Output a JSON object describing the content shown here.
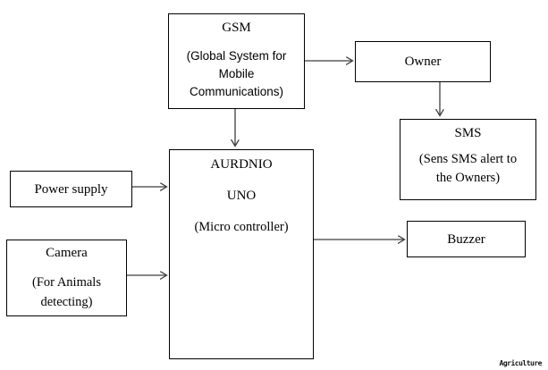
{
  "diagram": {
    "type": "block-diagram",
    "nodes": {
      "gsm": {
        "title": "GSM",
        "lines": [
          "(Global System for",
          "Mobile",
          "Communications)"
        ]
      },
      "owner": {
        "title": "Owner"
      },
      "sms": {
        "title": "SMS",
        "lines": [
          "(Sens SMS alert to",
          "the Owners)"
        ]
      },
      "microcontroller": {
        "title": "AURDNIO",
        "title2": "UNO",
        "note": "(Micro controller)"
      },
      "power_supply": {
        "title": "Power supply"
      },
      "camera": {
        "title": "Camera",
        "lines": [
          "(For Animals",
          "detecting)"
        ]
      },
      "buzzer": {
        "title": "Buzzer"
      }
    },
    "edges": [
      {
        "from": "gsm",
        "to": "owner",
        "direction": "right"
      },
      {
        "from": "gsm",
        "to": "microcontroller",
        "direction": "down"
      },
      {
        "from": "owner",
        "to": "sms",
        "direction": "down"
      },
      {
        "from": "power_supply",
        "to": "microcontroller",
        "direction": "right"
      },
      {
        "from": "camera",
        "to": "microcontroller",
        "direction": "right"
      },
      {
        "from": "microcontroller",
        "to": "buzzer",
        "direction": "right"
      }
    ],
    "colors": {
      "background": "#ffffff",
      "box_border": "#000000",
      "arrow": "#3f3f3f",
      "text": "#000000"
    },
    "watermark": "Agriculture"
  }
}
